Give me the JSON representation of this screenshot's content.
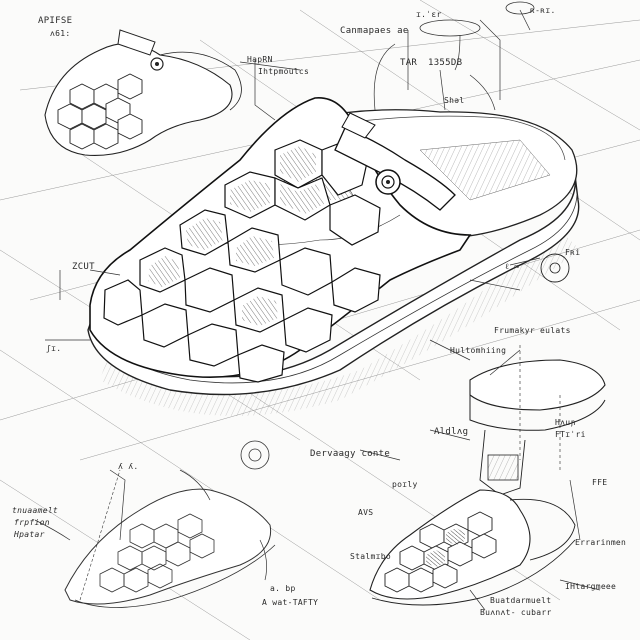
{
  "palette": {
    "paper": "#fbfbfa",
    "ink": "#2a2a2a",
    "shade": "#555555"
  },
  "annotations": {
    "top_left_title": "APIFSE",
    "top_left_sub": "ʌ61:",
    "top_center_left_1": "HapRN",
    "top_center_left_2": "Ihtpmoulcs",
    "top_center": "Canmapaes ae",
    "top_right_1": "TAR",
    "top_right_2": "1355DB",
    "top_right_corner": "ɪ.ˈɛr",
    "top_right_far": "ʀ-ʀɪ.",
    "mid_right_1": "Shəl",
    "left_mid": "ZCUT",
    "right_mid_1": "Fʀi",
    "right_mid_2": "ℓ ∞",
    "right_detail_1": "Frumakyr eulats",
    "right_detail_2": "Hultomhiing",
    "right_detail_3": "Hʌuɲ",
    "right_detail_4": "FTɪˈri",
    "mid_left_small": "ʃɪ.",
    "center_label_1": "Aldlʌg",
    "center_bottom_1": "Dervaagy conte",
    "center_bottom_2": "poɪly",
    "center_bottom_3": "AVS",
    "center_bottom_4": "Stalmɪbo",
    "bottom_left_1": "tnuaamelt",
    "bottom_left_2": "frpfion",
    "bottom_left_3": "Hpatar",
    "bottom_left_top": "ʎ ʎ.",
    "bottom_center_1": "a. bp",
    "bottom_center_2": "A wat-TAFTY",
    "right_bottom_1": "FFE",
    "right_bottom_2": "Errarinmen",
    "right_bottom_3": "IHtargmeee",
    "bottom_right_1": "Buatdarmuelt",
    "bottom_right_2": "Buʌnʌt- cubarr"
  }
}
